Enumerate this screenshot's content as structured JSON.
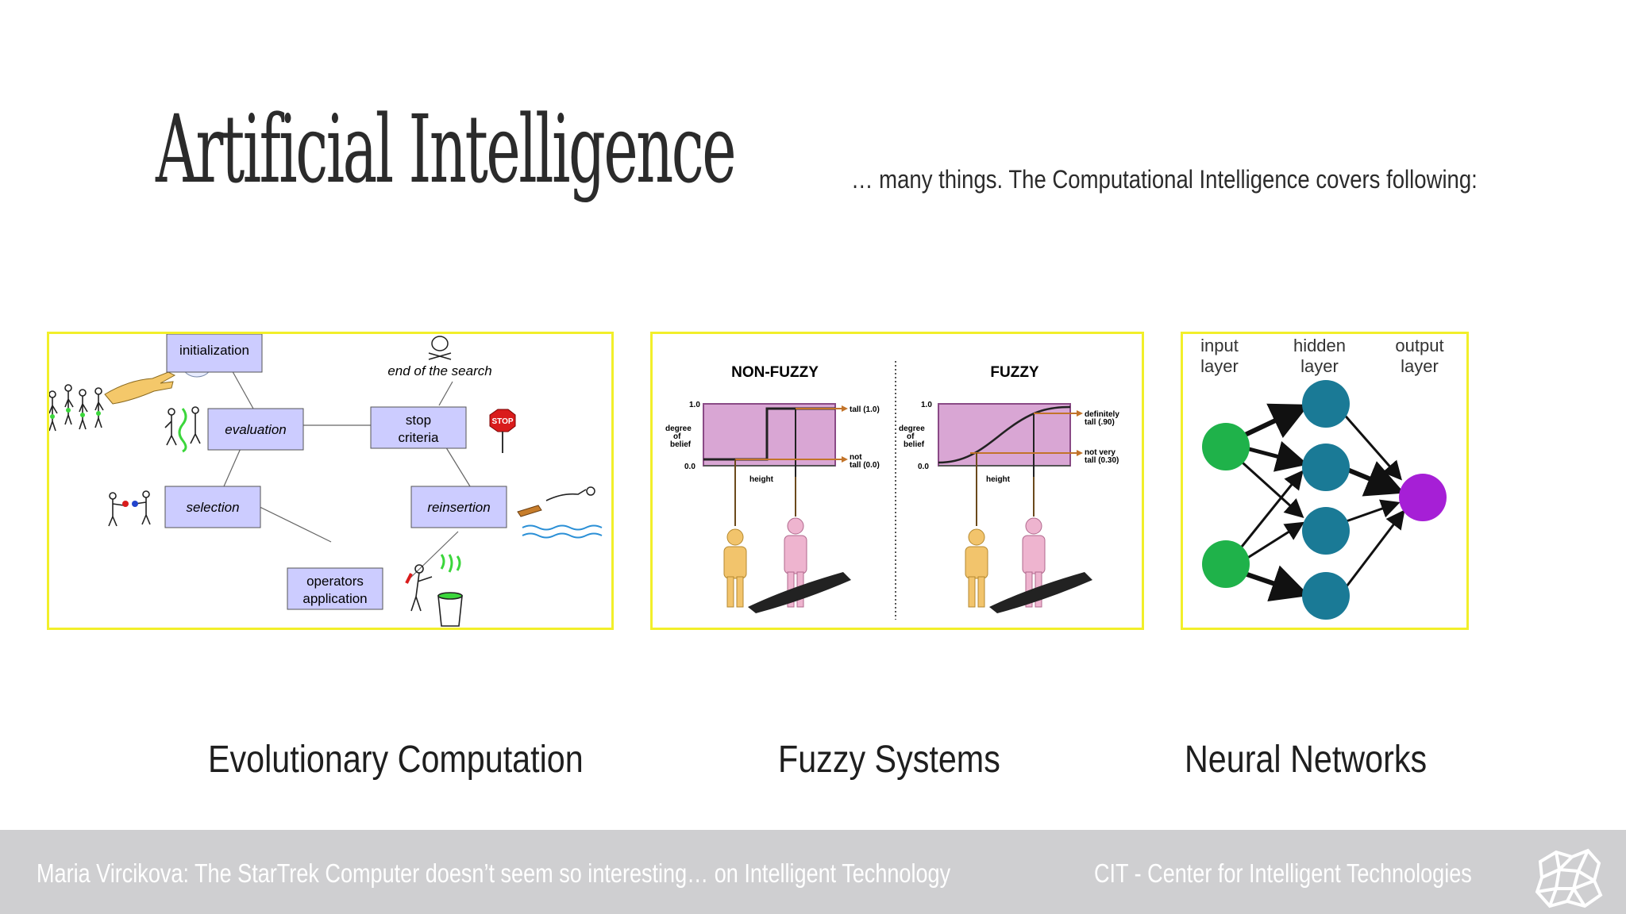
{
  "slide": {
    "title": "Artificial Intelligence",
    "subtitle": "… many things. The Computational Intelligence covers following:"
  },
  "panels": {
    "evolutionary": {
      "nodes": {
        "initialization": "initialization",
        "evaluation": "evaluation",
        "stop_criteria_line1": "stop",
        "stop_criteria_line2": "criteria",
        "selection": "selection",
        "reinsertion": "reinsertion",
        "operators_line1": "operators",
        "operators_line2": "application"
      },
      "end_label": "end of the search",
      "stop_sign": "STOP",
      "caption": "Evolutionary Computation"
    },
    "fuzzy": {
      "left_title": "NON-FUZZY",
      "right_title": "FUZZY",
      "y_max": "1.0",
      "y_min": "0.0",
      "y_label_1": "degree",
      "y_label_2": "of",
      "y_label_3": "belief",
      "x_label": "height",
      "nf_top_1": "tall (1.0)",
      "nf_bottom_1": "not",
      "nf_bottom_2": "tall (0.0)",
      "f_top_1": "definitely",
      "f_top_2": "tall (.90)",
      "f_bottom_1": "not very",
      "f_bottom_2": "tall (0.30)",
      "caption": "Fuzzy Systems"
    },
    "neural": {
      "input_layer_1": "input",
      "input_layer_2": "layer",
      "hidden_layer_1": "hidden",
      "hidden_layer_2": "layer",
      "output_layer_1": "output",
      "output_layer_2": "layer",
      "caption": "Neural Networks",
      "colors": {
        "input": "#1fb24a",
        "hidden": "#1a7a96",
        "output": "#a61fd6"
      }
    }
  },
  "footer": {
    "left_text": "Maria Vircikova: The StarTrek Computer doesn’t seem so interesting… on Intelligent Technology",
    "right_text": "CIT - Center for Intelligent Technologies",
    "background": "#cfcfd1"
  }
}
